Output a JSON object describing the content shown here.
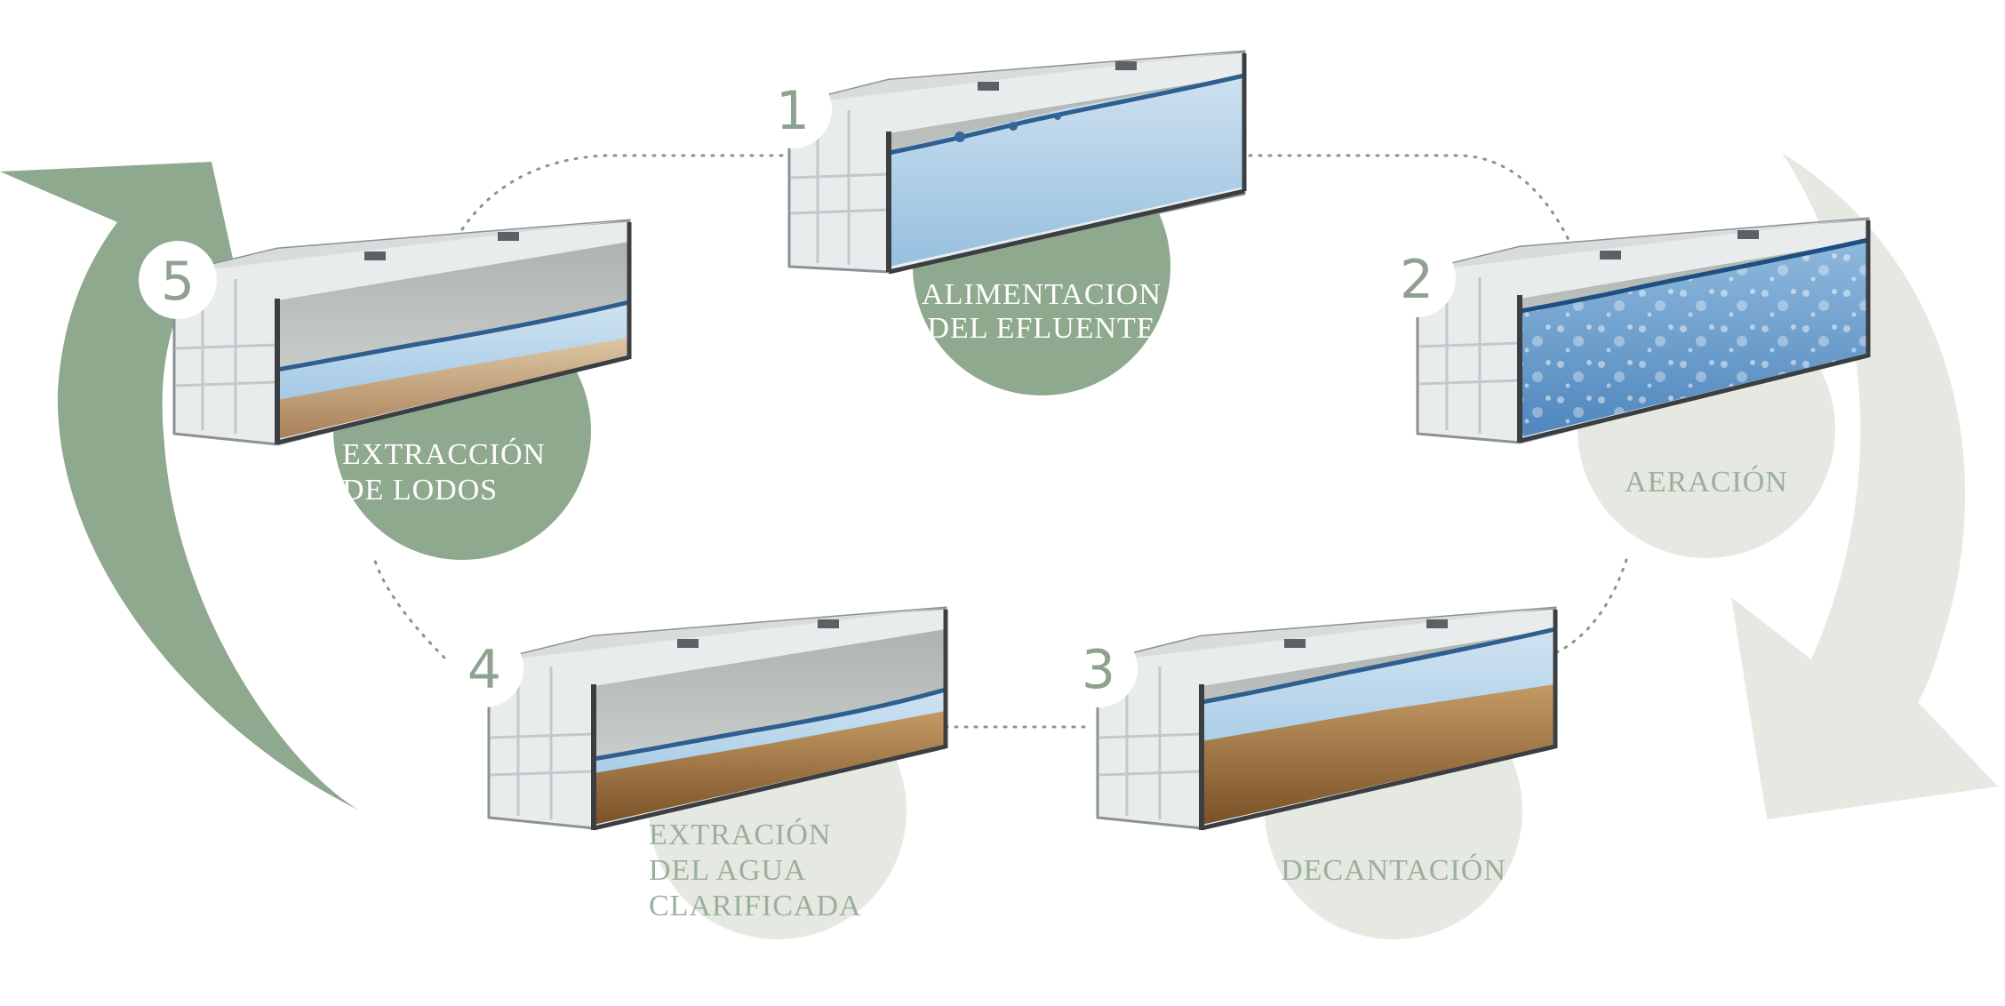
{
  "colors": {
    "accent_green": "#8fa98f",
    "light_gray_green": "#e6e8e2",
    "water_blue": "#a6c9e4",
    "sludge_brown": "#9a6e3c",
    "label_dark": "#9bb09c",
    "label_light": "#ffffff"
  },
  "steps": [
    {
      "number": "1",
      "label_lines": [
        "ALIMENTACION",
        "DEL EFLUENTE"
      ],
      "content": "water"
    },
    {
      "number": "2",
      "label_lines": [
        "AERACIÓN"
      ],
      "content": "aerated"
    },
    {
      "number": "3",
      "label_lines": [
        "DECANTACIÓN"
      ],
      "content": "settling"
    },
    {
      "number": "4",
      "label_lines": [
        "EXTRACIÓN",
        "DEL AGUA",
        "CLARIFICADA"
      ],
      "content": "clarified"
    },
    {
      "number": "5",
      "label_lines": [
        "EXTRACCIÓN",
        "DE LODOS"
      ],
      "content": "sludge"
    }
  ],
  "icons": {
    "cycle_arrow_left": "curved-arrow-up-icon",
    "cycle_arrow_right": "curved-arrow-down-icon"
  }
}
